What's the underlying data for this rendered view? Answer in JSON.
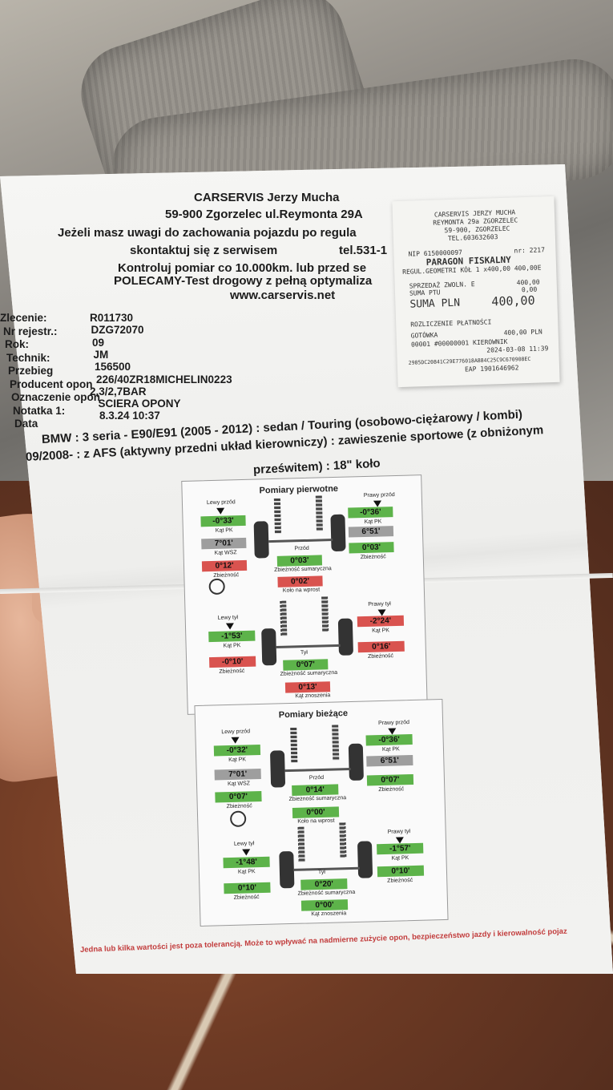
{
  "header": {
    "line1": "CARSERVIS Jerzy Mucha",
    "line2": "59-900 Zgorzelec ul.Reymonta 29A",
    "line3": "Jeżeli masz uwagi do zachowania pojazdu po regula",
    "line4a": "skontaktuj się z serwisem",
    "line4b": "tel.531-1",
    "line5": "Kontroluj pomiar co 10.000km. lub przed se",
    "line6": "POLECAMY-Test drogowy z pełną optymaliza",
    "line7": "www.carservis.net"
  },
  "fields": [
    {
      "label": "Zlecenie:",
      "value": "R011730"
    },
    {
      "label": "Nr rejestr.:",
      "value": "DZG72070"
    },
    {
      "label": "Rok:",
      "value": "09"
    },
    {
      "label": "Technik:",
      "value": "JM"
    },
    {
      "label": "Przebieg",
      "value": "156500"
    },
    {
      "label": "Producent opon",
      "value": "226/40ZR18MICHELIN0223"
    },
    {
      "label": "Oznaczenie opon",
      "value": "2,3/2,7BAR"
    },
    {
      "label": "Notatka 1:",
      "value": "SCIERA OPONY"
    },
    {
      "label": "Data",
      "value": "8.3.24 10:37"
    }
  ],
  "vehicle": {
    "line1": "BMW : 3 seria - E90/E91 (2005 - 2012) : sedan / Touring (osobowo-ciężarowy / kombi)",
    "line2": "09/2008- : z AFS (aktywny przedni układ kierowniczy) : zawieszenie sportowe (z obniżonym",
    "line3": "prześwitem) : 18\" koło"
  },
  "receipt": {
    "l1": "CARSERVIS JERZY MUCHA",
    "l2": "REYMONTA 29a ZGORZELEC",
    "l3": "59-900, ZGORZELEC",
    "l4": "TEL.603632603",
    "nip": "NIP 6150000097",
    "nr": "nr: 2217",
    "title": "PARAGON FISKALNY",
    "item": "REGUL.GEOMETRI KÓŁ   1 x400,00 400,00E",
    "sp1": "SPRZEDAŻ ZWOLN. E",
    "sp1v": "400,00",
    "sp2": "SUMA PTU",
    "sp2v": "0,00",
    "suma": "SUMA PLN",
    "sumav": "400,00",
    "rozl": "ROZLICZENIE PŁATNOŚCI",
    "got": "GOTÓWKA",
    "gotv": "400,00 PLN",
    "kier": "00001 #00000001 KIEROWNIK",
    "date": "2024-03-08 11:39",
    "hash": "2985DC20841C29E776018A884C25C9C670908EC",
    "eap": "EAP 1901646962"
  },
  "section1": {
    "title": "Pomiary pierwotne",
    "front_left_label": "Lewy przód",
    "front_right_label": "Prawy przód",
    "fl_camber": "-0°33'",
    "fr_camber": "-0°36'",
    "fl_caster": "7°01'",
    "fr_caster": "6°51'",
    "fl_toe": "0°12'",
    "fr_toe": "0°03'",
    "front_total_label": "Przód",
    "front_total": "0°03'",
    "wheel_angle": "0°02'",
    "rear_left_label": "Lewy tył",
    "rear_right_label": "Prawy tył",
    "rl_camber": "-1°53'",
    "rr_camber": "-2°24'",
    "rl_toe": "-0°10'",
    "rr_toe": "0°16'",
    "rear_total_label": "Tył",
    "rear_total": "0°07'",
    "thrust": "0°13'",
    "kat_pk": "Kąt PK",
    "kat_wsz": "Kąt WSZ",
    "zbieznosc": "Zbieżność",
    "zb_sumaryczna": "Zbieżność sumaryczna",
    "kat_zn": "Kąt znoszenia",
    "kolo": "Koło na wprost"
  },
  "section2": {
    "title": "Pomiary bieżące",
    "fl_camber": "-0°32'",
    "fr_camber": "-0°36'",
    "fl_caster": "7°01'",
    "fr_caster": "6°51'",
    "fl_toe": "0°07'",
    "fr_toe": "0°07'",
    "front_total": "0°14'",
    "wheel_angle": "0°00'",
    "rl_camber": "-1°48'",
    "rr_camber": "-1°57'",
    "rl_toe": "0°10'",
    "rr_toe": "0°10'",
    "rear_total": "0°20'",
    "thrust": "0°00'"
  },
  "footer": "Jedna lub kilka wartości jest poza tolerancją. Może to wpływać na nadmierne zużycie opon, bezpieczeństwo jazdy i kierowalność pojaz"
}
